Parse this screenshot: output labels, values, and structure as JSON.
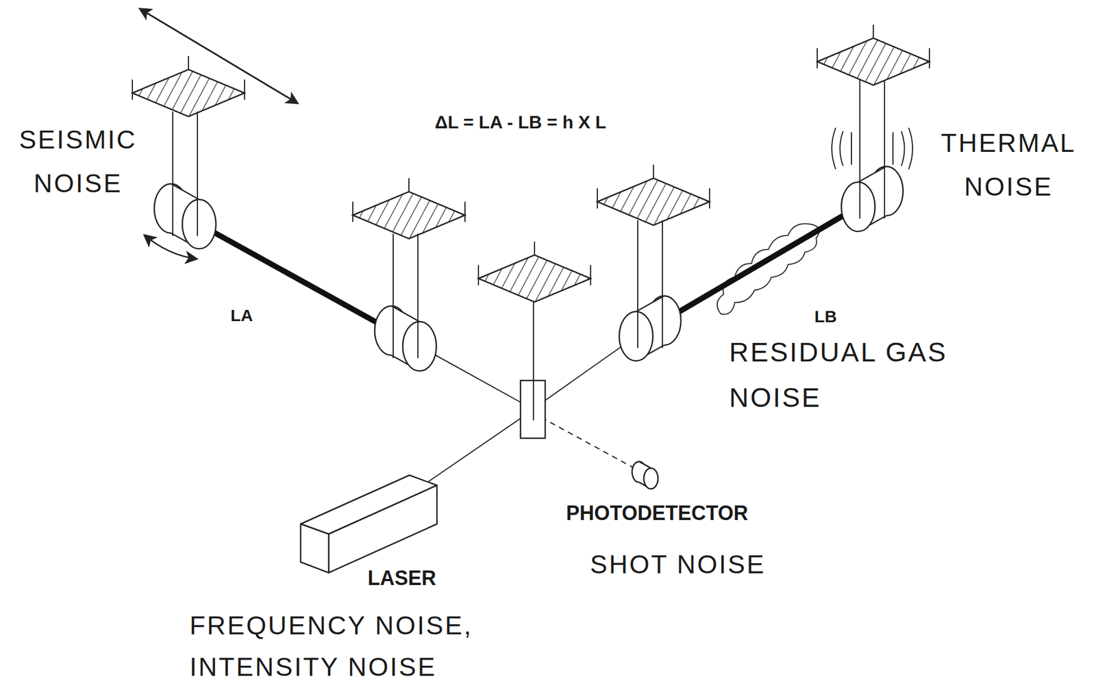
{
  "diagram": {
    "nodes": [
      {
        "text": [
          "PHOTODETECTOR"
        ]
      },
      {
        "text": [
          "LASER"
        ]
      }
    ],
    "labels": [
      "ΔL = LA - LB = h X L",
      "SEISMIC NOISE",
      "THERMAL NOISE",
      "LA",
      "LB",
      "RESIDUAL GAS NOISE",
      "SHOT NOISE",
      "FREQUENCY NOISE, INTENSITY NOISE"
    ]
  }
}
